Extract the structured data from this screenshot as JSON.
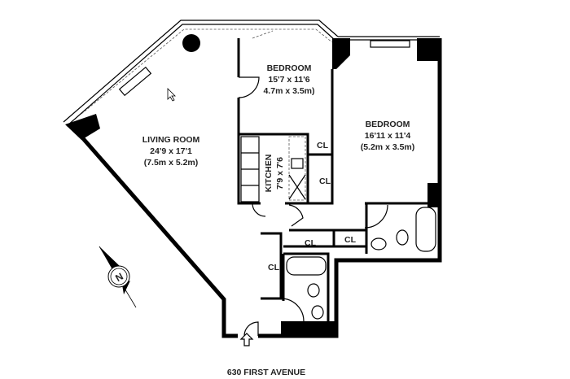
{
  "address": "630 FIRST AVENUE",
  "rooms": {
    "living_room": {
      "name": "LIVING ROOM",
      "size_ft": "24'9 x 17'1",
      "size_m": "(7.5m x 5.2m)"
    },
    "bedroom_1": {
      "name": "BEDROOM",
      "size_ft": "15'7 x 11'6",
      "size_m": "4.7m x 3.5m)"
    },
    "bedroom_2": {
      "name": "BEDROOM",
      "size_ft": "16'11 x 11'4",
      "size_m": "(5.2m x 3.5m)"
    },
    "kitchen": {
      "name": "KITCHEN",
      "size_ft": "7'9 x 7'6"
    }
  },
  "closets": [
    "CL",
    "CL",
    "CL",
    "CL",
    "CL"
  ],
  "compass": {
    "label": "N"
  }
}
